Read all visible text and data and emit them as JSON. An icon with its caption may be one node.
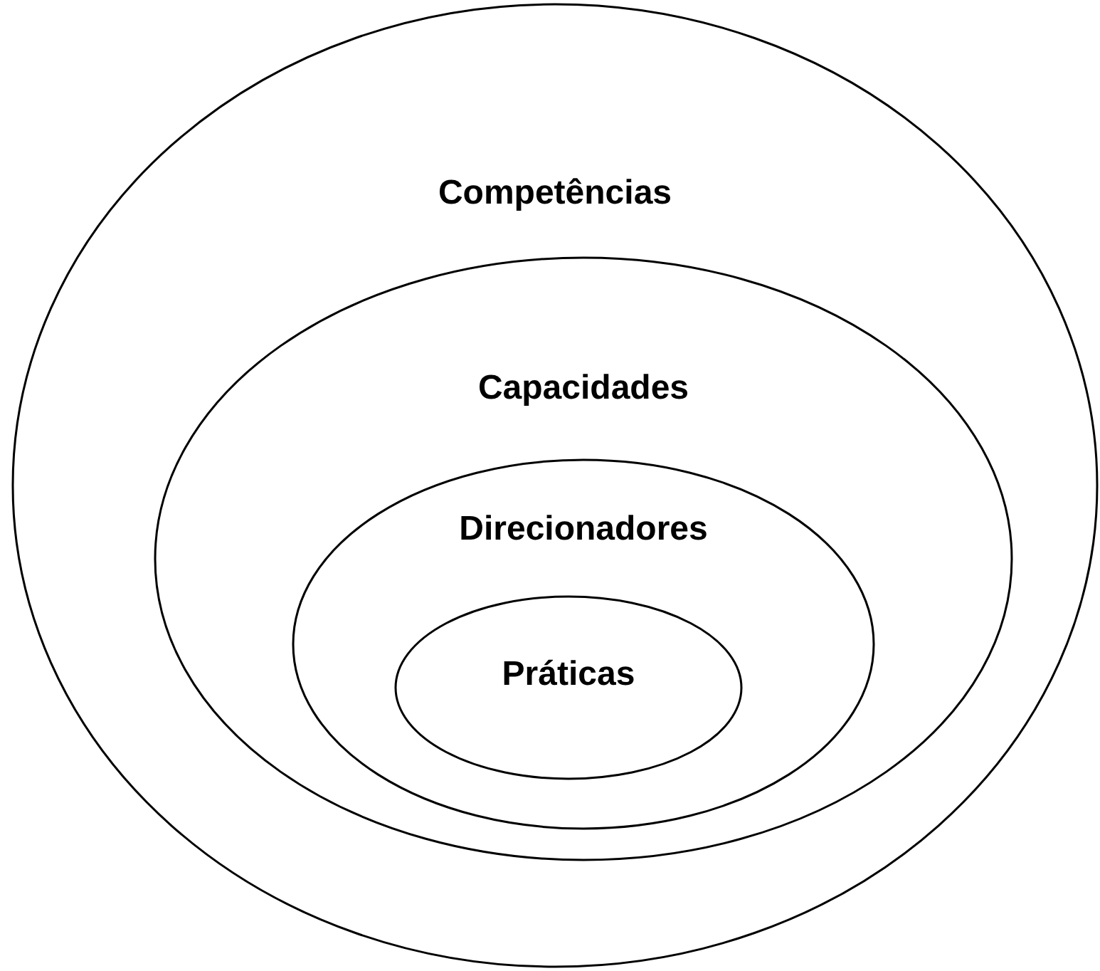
{
  "diagram": {
    "nodes": [
      {
        "text": [
          "Competências"
        ]
      },
      {
        "text": [
          "Capacidades"
        ],
        "in": 0
      },
      {
        "text": [
          "Direcionadores"
        ],
        "in": 1
      },
      {
        "text": [
          "Práticas"
        ],
        "in": 2
      }
    ]
  }
}
